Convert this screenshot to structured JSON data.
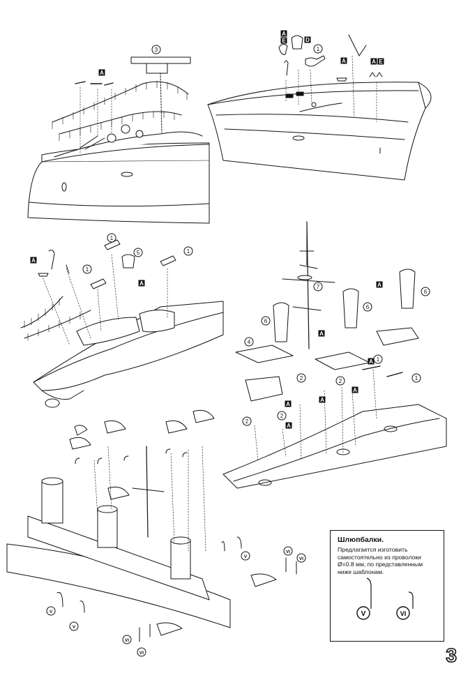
{
  "page_number": "3",
  "labels": {
    "A": "A",
    "E": "E",
    "D": "D",
    "n1": "1",
    "n2": "2",
    "n3": "3",
    "n4": "4",
    "n5": "5",
    "n6": "6",
    "n7": "7",
    "V": "V",
    "VI": "VI"
  },
  "note": {
    "title": "Шлюпбалки.",
    "lines": [
      "Предлагается изготовить",
      "самостоятельно из проволоки",
      "Ø=0.8 мм, по представленным",
      "ниже шаблонам."
    ],
    "template_v": "V",
    "template_vi": "VI"
  }
}
